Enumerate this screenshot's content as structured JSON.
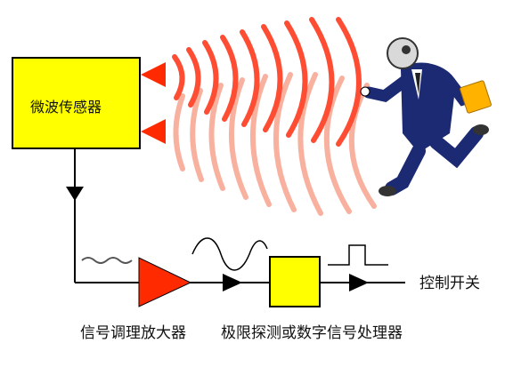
{
  "diagram": {
    "sensor_label": "微波传感器",
    "amplifier_label": "信号调理放大器",
    "processor_label": "极限探测或数字信号处理器",
    "output_label": "控制开关"
  },
  "colors": {
    "sensor_fill": "#ffff00",
    "processor_fill": "#ffff00",
    "amplifier_fill": "#ff2a00",
    "emitter_fill": "#ff2a00",
    "wave_strong": "#ff4d33",
    "wave_faint": "#f9b19f",
    "suit": "#1b2a72",
    "briefcase": "#ffb300",
    "line": "#000000"
  },
  "icons": {
    "person": "running-businessman-icon",
    "emitters": "triangle-emitter-icon"
  }
}
